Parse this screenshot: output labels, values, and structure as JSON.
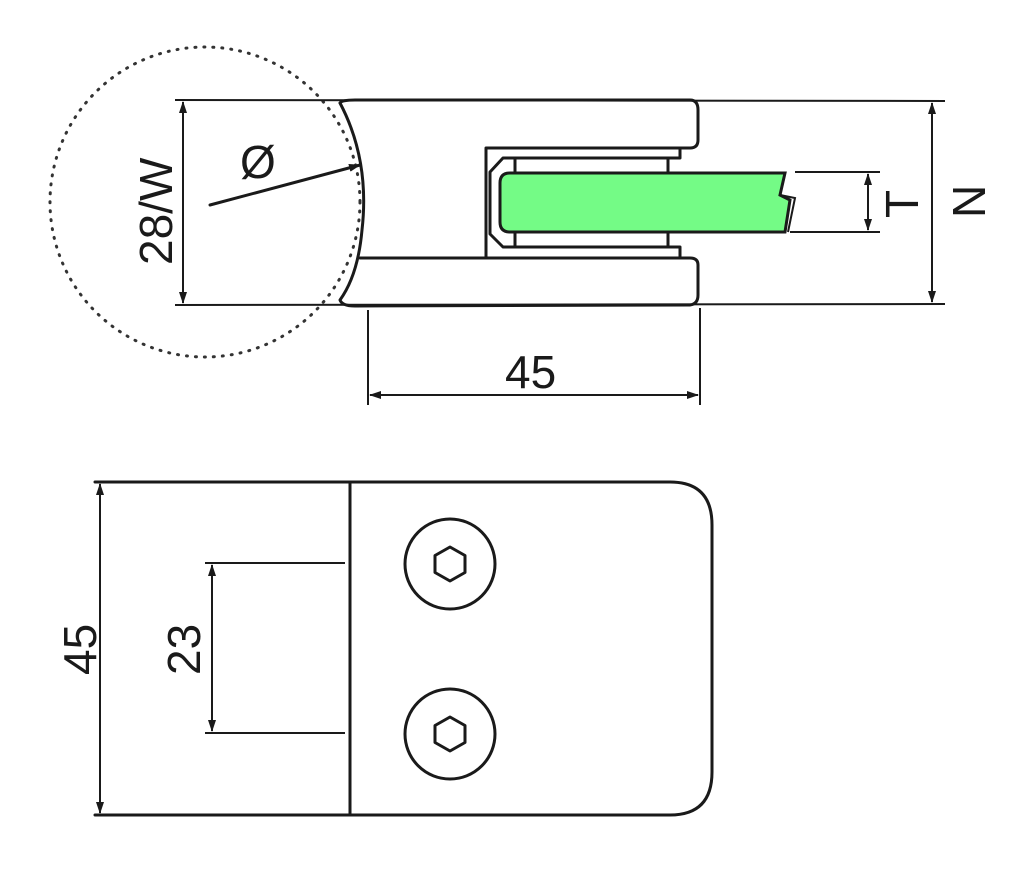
{
  "title": "Glass clamp technical drawing",
  "colors": {
    "glass": "#74fb86",
    "line": "#1a1a1a"
  },
  "side_view": {
    "diameter_symbol": "Ø",
    "height_label": "28/W",
    "length_label": "45",
    "glass_thickness_label": "T",
    "overall_height_label": "N"
  },
  "top_view": {
    "width_label": "45",
    "bolt_spacing_label": "23"
  }
}
